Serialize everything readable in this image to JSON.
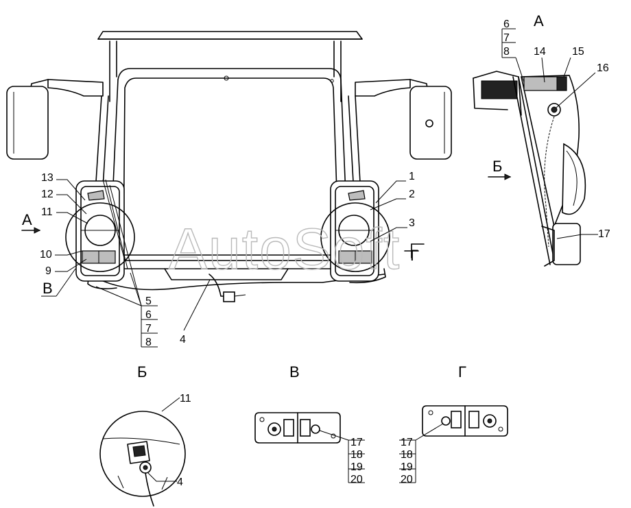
{
  "watermark": "AutoSoft",
  "views": {
    "a": "А",
    "b": "Б",
    "v": "В",
    "g": "Г"
  },
  "labels": {
    "n1": "1",
    "n2": "2",
    "n3": "3",
    "n4": "4",
    "n5": "5",
    "n6": "6",
    "n7": "7",
    "n8": "8",
    "n9": "9",
    "n10": "10",
    "n11": "11",
    "n12": "12",
    "n13": "13",
    "n14": "14",
    "n15": "15",
    "n16": "16",
    "n17": "17",
    "n18": "18",
    "n19": "19",
    "n20": "20"
  }
}
